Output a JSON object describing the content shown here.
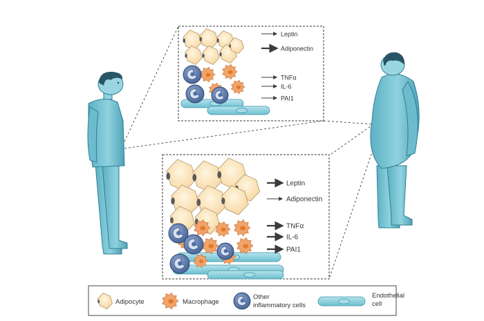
{
  "colors": {
    "skin": "#79c3d3",
    "skin_dark": "#2f7f93",
    "hair": "#2a5567",
    "adipocyte": "#fbe0ad",
    "adipocyte_stroke": "#b69f72",
    "macrophage": "#f0a46a",
    "macrophage_nucleus": "#e27a2a",
    "inflammatory": "#4e6fa5",
    "inflammatory_light": "#d7e2ef",
    "endothelial": "#8fd0dd",
    "endothelial_stroke": "#3d94a8",
    "arrow": "#3b3b3b"
  },
  "lean_panel": {
    "signals": [
      {
        "label": "Leptin",
        "strength": "weak"
      },
      {
        "label": "Adiponectin",
        "strength": "strong"
      },
      {
        "label": "TNFα",
        "strength": "weak"
      },
      {
        "label": "IL-6",
        "strength": "weak"
      },
      {
        "label": "PAI1",
        "strength": "weak"
      }
    ]
  },
  "obese_panel": {
    "signals": [
      {
        "label": "Leptin",
        "strength": "strong"
      },
      {
        "label": "Adiponectin",
        "strength": "weak"
      },
      {
        "label": "TNFα",
        "strength": "strong"
      },
      {
        "label": "IL-6",
        "strength": "strong"
      },
      {
        "label": "PAI1",
        "strength": "strong"
      }
    ]
  },
  "legend": {
    "items": [
      {
        "icon": "adipocyte-icon",
        "label": "Adipocyte"
      },
      {
        "icon": "macrophage-icon",
        "label": "Macrophage"
      },
      {
        "icon": "inflammatory-cell-icon",
        "label_line1": "Other",
        "label_line2": "inflammatory cells"
      },
      {
        "icon": "endothelial-cell-icon",
        "label_line1": "Endothelial",
        "label_line2": "cell"
      }
    ]
  }
}
